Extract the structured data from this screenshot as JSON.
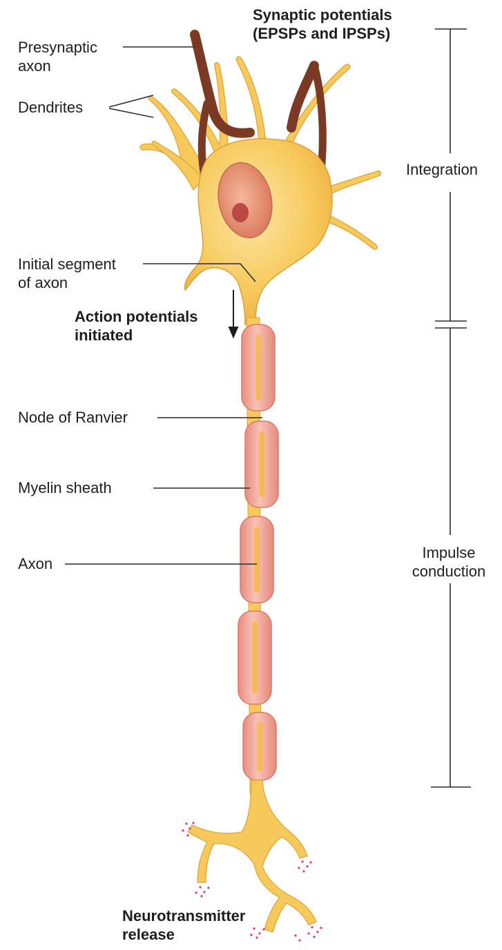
{
  "labels": {
    "presynaptic_axon": [
      "Presynaptic",
      "axon"
    ],
    "dendrites": "Dendrites",
    "initial_segment": [
      "Initial segment",
      "of axon"
    ],
    "action_potentials": [
      "Action potentials",
      "initiated"
    ],
    "node_of_ranvier": "Node of Ranvier",
    "myelin_sheath": "Myelin sheath",
    "axon": "Axon",
    "synaptic_potentials": [
      "Synaptic potentials",
      "(EPSPs and IPSPs)"
    ],
    "integration": "Integration",
    "impulse_conduction": [
      "Impulse",
      "conduction"
    ],
    "neurotransmitter_release": [
      "Neurotransmitter",
      "release"
    ]
  },
  "colors": {
    "neuron_body": "#f7c95a",
    "neuron_outline": "#d9a23a",
    "nucleus": "#e48a6a",
    "nucleolus": "#b23a3a",
    "presynaptic_axon": "#7a3a24",
    "myelin": "#f2a89a",
    "myelin_outline": "#d9786a",
    "axon_core": "#f7c95a",
    "vesicle_dots": "#d43a7a",
    "label_line": "#2a2a2a"
  }
}
